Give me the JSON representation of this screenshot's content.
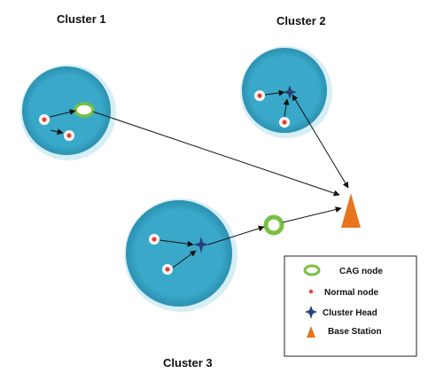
{
  "clusters": [
    {
      "label": "Cluster 1"
    },
    {
      "label": "Cluster 2"
    },
    {
      "label": "Cluster 3"
    }
  ],
  "legend": {
    "items": [
      {
        "icon": "cag-node-icon",
        "label": "CAG node"
      },
      {
        "icon": "normal-node-icon",
        "label": "Normal node"
      },
      {
        "icon": "cluster-head-icon",
        "label": "Cluster Head"
      },
      {
        "icon": "base-station-icon",
        "label": "Base Station"
      }
    ]
  },
  "colors": {
    "cluster_fill": "#3aa9c9",
    "cag_node": "#78c043",
    "normal_node": "#e03a2e",
    "cluster_head": "#2a3f7a",
    "base_station": "#e8741e"
  }
}
